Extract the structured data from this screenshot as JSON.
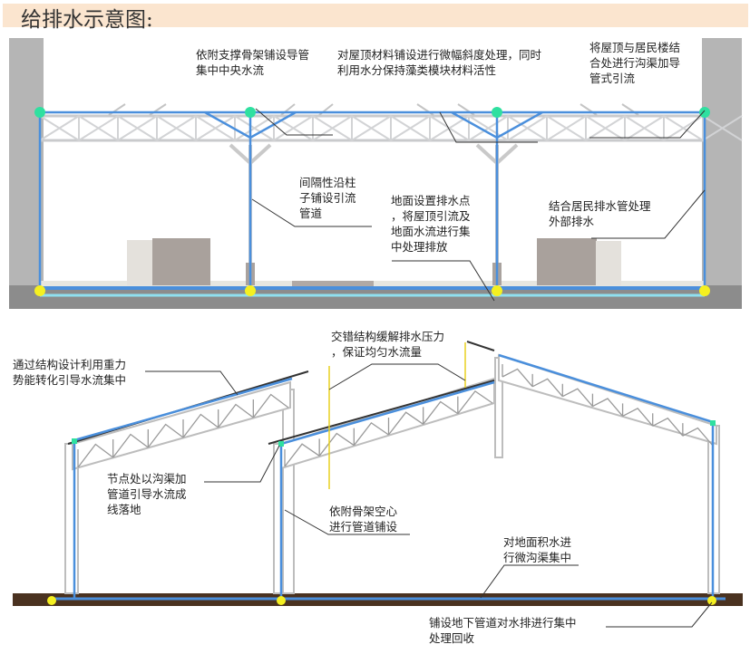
{
  "title": "给排水示意图:",
  "top_diagram": {
    "labels": [
      "依附支撑骨架铺设导管\n集中中央水流",
      "对屋顶材料铺设进行微幅斜度处理，同时\n利用水分保持藻类模块材料活性",
      "将屋顶与居民楼结\n合处进行沟渠加导\n管式引流",
      "间隔性沿柱\n子铺设引流\n管道",
      "地面设置排水点\n，将屋顶引流及\n地面水流进行集\n中处理排放",
      "结合居民排水管处理\n外部排水"
    ]
  },
  "bottom_diagram": {
    "labels": [
      "交错结构缓解排水压力\n，保证均匀水流量",
      "通过结构设计利用重力\n势能转化引导水流集中",
      "节点处以沟渠加\n管道引导水流成\n线落地",
      "依附骨架空心\n进行管道铺设",
      "对地面积水进\n行微沟渠集中",
      "铺设地下管道对水排进行集中\n处理回收"
    ]
  },
  "colors": {
    "pipe": "#4a8fdc",
    "node_green": "#2fe0a0",
    "node_yellow": "#f5f020",
    "ground_top": "#8a8a8a",
    "ground_bottom": "#4a3220"
  }
}
